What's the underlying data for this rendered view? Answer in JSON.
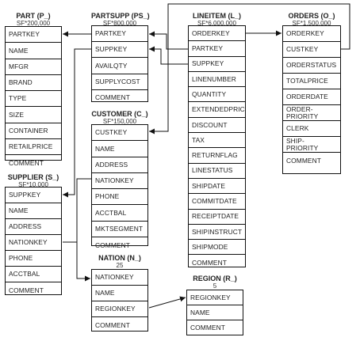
{
  "tables": {
    "part": {
      "title": "PART (P_)",
      "cardinality": "SF*200,000",
      "columns": [
        "PARTKEY",
        "NAME",
        "MFGR",
        "BRAND",
        "TYPE",
        "SIZE",
        "CONTAINER",
        "RETAILPRICE",
        "COMMENT"
      ]
    },
    "partsupp": {
      "title": "PARTSUPP (PS_)",
      "cardinality": "SF*800,000",
      "columns": [
        "PARTKEY",
        "SUPPKEY",
        "AVAILQTY",
        "SUPPLYCOST",
        "COMMENT"
      ]
    },
    "lineitem": {
      "title": "LINEITEM (L_)",
      "cardinality": "SF*6,000,000",
      "columns": [
        "ORDERKEY",
        "PARTKEY",
        "SUPPKEY",
        "LINENUMBER",
        "QUANTITY",
        "EXTENDEDPRICE",
        "DISCOUNT",
        "TAX",
        "RETURNFLAG",
        "LINESTATUS",
        "SHIPDATE",
        "COMMITDATE",
        "RECEIPTDATE",
        "SHIPINSTRUCT",
        "SHIPMODE",
        "COMMENT"
      ]
    },
    "orders": {
      "title": "ORDERS (O_)",
      "cardinality": "SF*1,500,000",
      "columns": [
        "ORDERKEY",
        "CUSTKEY",
        "ORDERSTATUS",
        "TOTALPRICE",
        "ORDERDATE",
        "ORDER-\nPRIORITY",
        "CLERK",
        "SHIP-\nPRIORITY",
        "COMMENT"
      ]
    },
    "customer": {
      "title": "CUSTOMER (C_)",
      "cardinality": "SF*150,000",
      "columns": [
        "CUSTKEY",
        "NAME",
        "ADDRESS",
        "NATIONKEY",
        "PHONE",
        "ACCTBAL",
        "MKTSEGMENT",
        "COMMENT"
      ]
    },
    "supplier": {
      "title": "SUPPLIER (S_)",
      "cardinality": "SF*10,000",
      "columns": [
        "SUPPKEY",
        "NAME",
        "ADDRESS",
        "NATIONKEY",
        "PHONE",
        "ACCTBAL",
        "COMMENT"
      ]
    },
    "nation": {
      "title": "NATION (N_)",
      "cardinality": "25",
      "columns": [
        "NATIONKEY",
        "NAME",
        "REGIONKEY",
        "COMMENT"
      ]
    },
    "region": {
      "title": "REGION (R_)",
      "cardinality": "5",
      "columns": [
        "REGIONKEY",
        "NAME",
        "COMMENT"
      ]
    }
  }
}
